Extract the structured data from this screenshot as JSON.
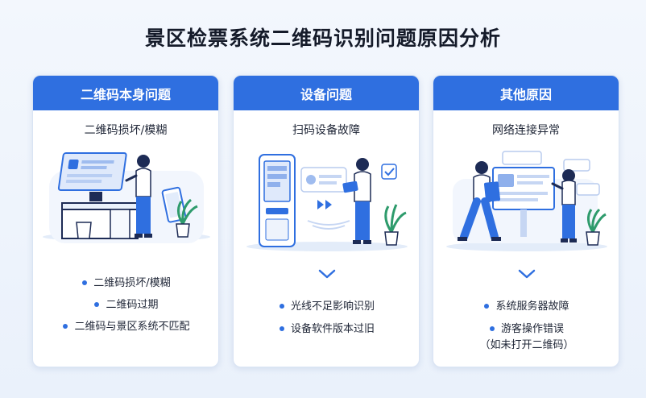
{
  "title": "景区检票系统二维码识别问题原因分析",
  "colors": {
    "accent": "#2f6fe0",
    "header_text": "#ffffff",
    "illustration_blue": "#2f6fe0",
    "illustration_navy": "#1d2b55"
  },
  "cards": [
    {
      "header": "二维码本身问题",
      "subtitle": "二维码损坏/模糊",
      "illustration": "person-at-kiosk-with-phone-icon",
      "bullets": [
        "二维码损坏/模糊",
        "二维码过期",
        "二维码与景区系统不匹配"
      ]
    },
    {
      "header": "设备问题",
      "subtitle": "扫码设备故障",
      "illustration": "scanner-terminal-with-person-icon",
      "bullets": [
        "光线不足影响识别",
        "设备软件版本过旧"
      ]
    },
    {
      "header": "其他原因",
      "subtitle": "网络连接异常",
      "illustration": "two-people-with-screen-icon",
      "bullets": [
        "系统服务器故障",
        "游客操作错误",
        "（如未打开二维码）"
      ]
    }
  ]
}
